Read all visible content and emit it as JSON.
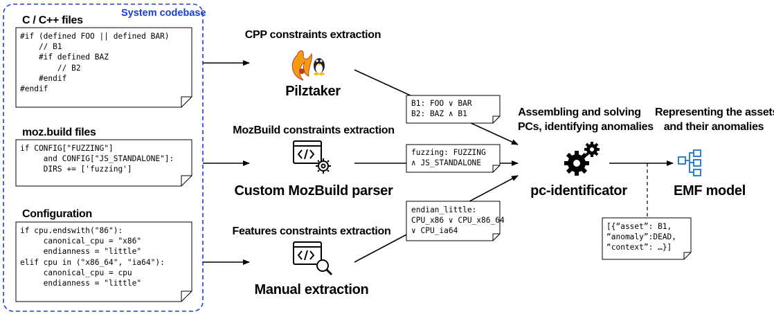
{
  "system_codebase": {
    "label": "System codebase",
    "accent_color": "#1a3fd6",
    "sections": [
      {
        "title": "C / C++ files",
        "code": "#if (defined FOO || defined BAR)\n    // B1\n    #if defined BAZ\n        // B2\n    #endif\n#endif"
      },
      {
        "title": "moz.build files",
        "code": "if CONFIG[\"FUZZING\"]\n     and CONFIG[\"JS_STANDALONE\"]:\n     DIRS += ['fuzzing']"
      },
      {
        "title": "Configuration",
        "code": "if cpu.endswith(\"86\"):\n     canonical_cpu = \"x86\"\n     endianness = \"little\"\nelif cpu in (\"x86_64\", \"ia64\"):\n     canonical_cpu = cpu\n     endianness = \"little\""
      }
    ]
  },
  "extractors": [
    {
      "stage": "CPP constraints extraction",
      "tool": "Pilztaker",
      "icon": "pilztaker-logo-icon"
    },
    {
      "stage": "MozBuild constraints extraction",
      "tool": "Custom MozBuild parser",
      "icon": "code-gear-icon"
    },
    {
      "stage": "Features constraints extraction",
      "tool": "Manual extraction",
      "icon": "code-search-icon"
    }
  ],
  "constraints": [
    {
      "text": "B1: FOO ∨ BAR\nB2: BAZ ∧ B1"
    },
    {
      "text": "fuzzing: FUZZING\n∧ JS_STANDALONE"
    },
    {
      "text": "endian_little:\nCPU_x86 ∨ CPU_x86_64\n∨ CPU_ia64"
    }
  ],
  "solver": {
    "caption": "Assembling and solving\nPCs, identifying anomalies",
    "name": "pc-identificator",
    "icon": "gears-icon"
  },
  "output": {
    "caption": "Representing the assets\nand their anomalies",
    "name": "EMF model",
    "icon": "hierarchy-icon",
    "accent_color": "#2a7fd4"
  },
  "anomaly_note": {
    "text": "[{“asset”: B1,\n“anomaly”:DEAD,\n“context”: …}]"
  }
}
